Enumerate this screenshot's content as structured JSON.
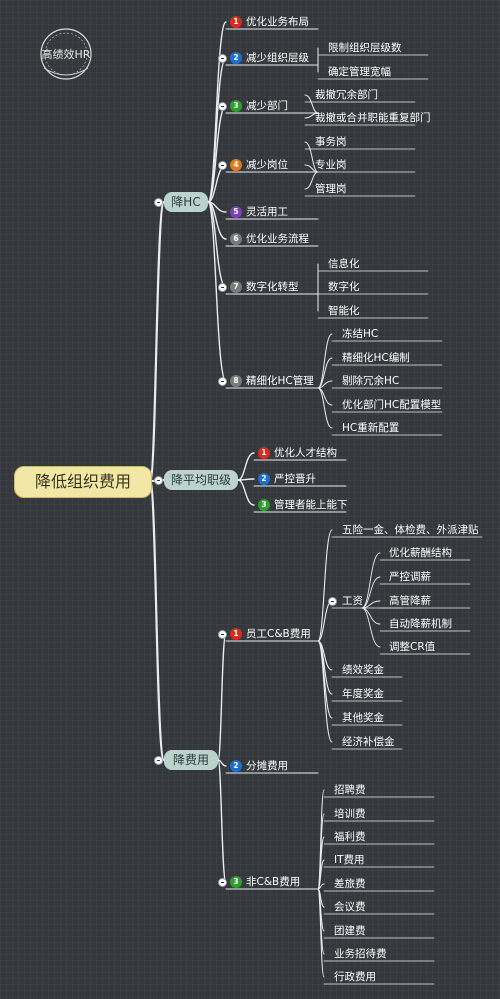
{
  "logo": {
    "text": "高绩效HR"
  },
  "root": {
    "label": "降低组织费用"
  },
  "branches": [
    {
      "label": "降HC",
      "children": [
        {
          "label": "优化业务布局",
          "badge": "1",
          "badge_color": "#d62d20",
          "children": []
        },
        {
          "label": "减少组织层级",
          "badge": "2",
          "badge_color": "#1e6fd0",
          "children": [
            "限制组织层级数",
            "确定管理宽幅"
          ]
        },
        {
          "label": "减少部门",
          "badge": "3",
          "badge_color": "#2f9e2f",
          "children": [
            "裁撤冗余部门",
            "裁撤或合并职能重复部门"
          ]
        },
        {
          "label": "减少岗位",
          "badge": "4",
          "badge_color": "#e07b1a",
          "children": [
            "事务岗",
            "专业岗",
            "管理岗"
          ]
        },
        {
          "label": "灵活用工",
          "badge": "5",
          "badge_color": "#7b3fb8",
          "children": []
        },
        {
          "label": "优化业务流程",
          "badge": "6",
          "badge_color": "#7a7a7a",
          "children": []
        },
        {
          "label": "数字化转型",
          "badge": "7",
          "badge_color": "#7a7a7a",
          "children": [
            "信息化",
            "数字化",
            "智能化"
          ]
        },
        {
          "label": "精细化HC管理",
          "badge": "8",
          "badge_color": "#7a7a7a",
          "children": [
            "冻结HC",
            "精细化HC编制",
            "剔除冗余HC",
            "优化部门HC配置模型",
            "HC重新配置"
          ]
        }
      ]
    },
    {
      "label": "降平均职级",
      "children": [
        {
          "label": "优化人才结构",
          "badge": "1",
          "badge_color": "#d62d20",
          "children": []
        },
        {
          "label": "严控晋升",
          "badge": "2",
          "badge_color": "#1e6fd0",
          "children": []
        },
        {
          "label": "管理者能上能下",
          "badge": "3",
          "badge_color": "#2f9e2f",
          "children": []
        }
      ]
    },
    {
      "label": "降费用",
      "children": [
        {
          "label": "员工C&B费用",
          "badge": "1",
          "badge_color": "#d62d20",
          "children": [
            {
              "label": "五险一金、体检费、外派津贴",
              "children": []
            },
            {
              "label": "工资",
              "children": [
                "优化薪酬结构",
                "严控调薪",
                "高管降薪",
                "自动降薪机制",
                "调整CR值"
              ]
            },
            {
              "label": "绩效奖金",
              "children": []
            },
            {
              "label": "年度奖金",
              "children": []
            },
            {
              "label": "其他奖金",
              "children": []
            },
            {
              "label": "经济补偿金",
              "children": []
            }
          ]
        },
        {
          "label": "分摊费用",
          "badge": "2",
          "badge_color": "#1e6fd0",
          "children": []
        },
        {
          "label": "非C&B费用",
          "badge": "3",
          "badge_color": "#2f9e2f",
          "children": [
            "招聘费",
            "培训费",
            "福利费",
            "IT费用",
            "差旅费",
            "会议费",
            "团建费",
            "业务招待费",
            "行政费用"
          ]
        }
      ]
    }
  ]
}
